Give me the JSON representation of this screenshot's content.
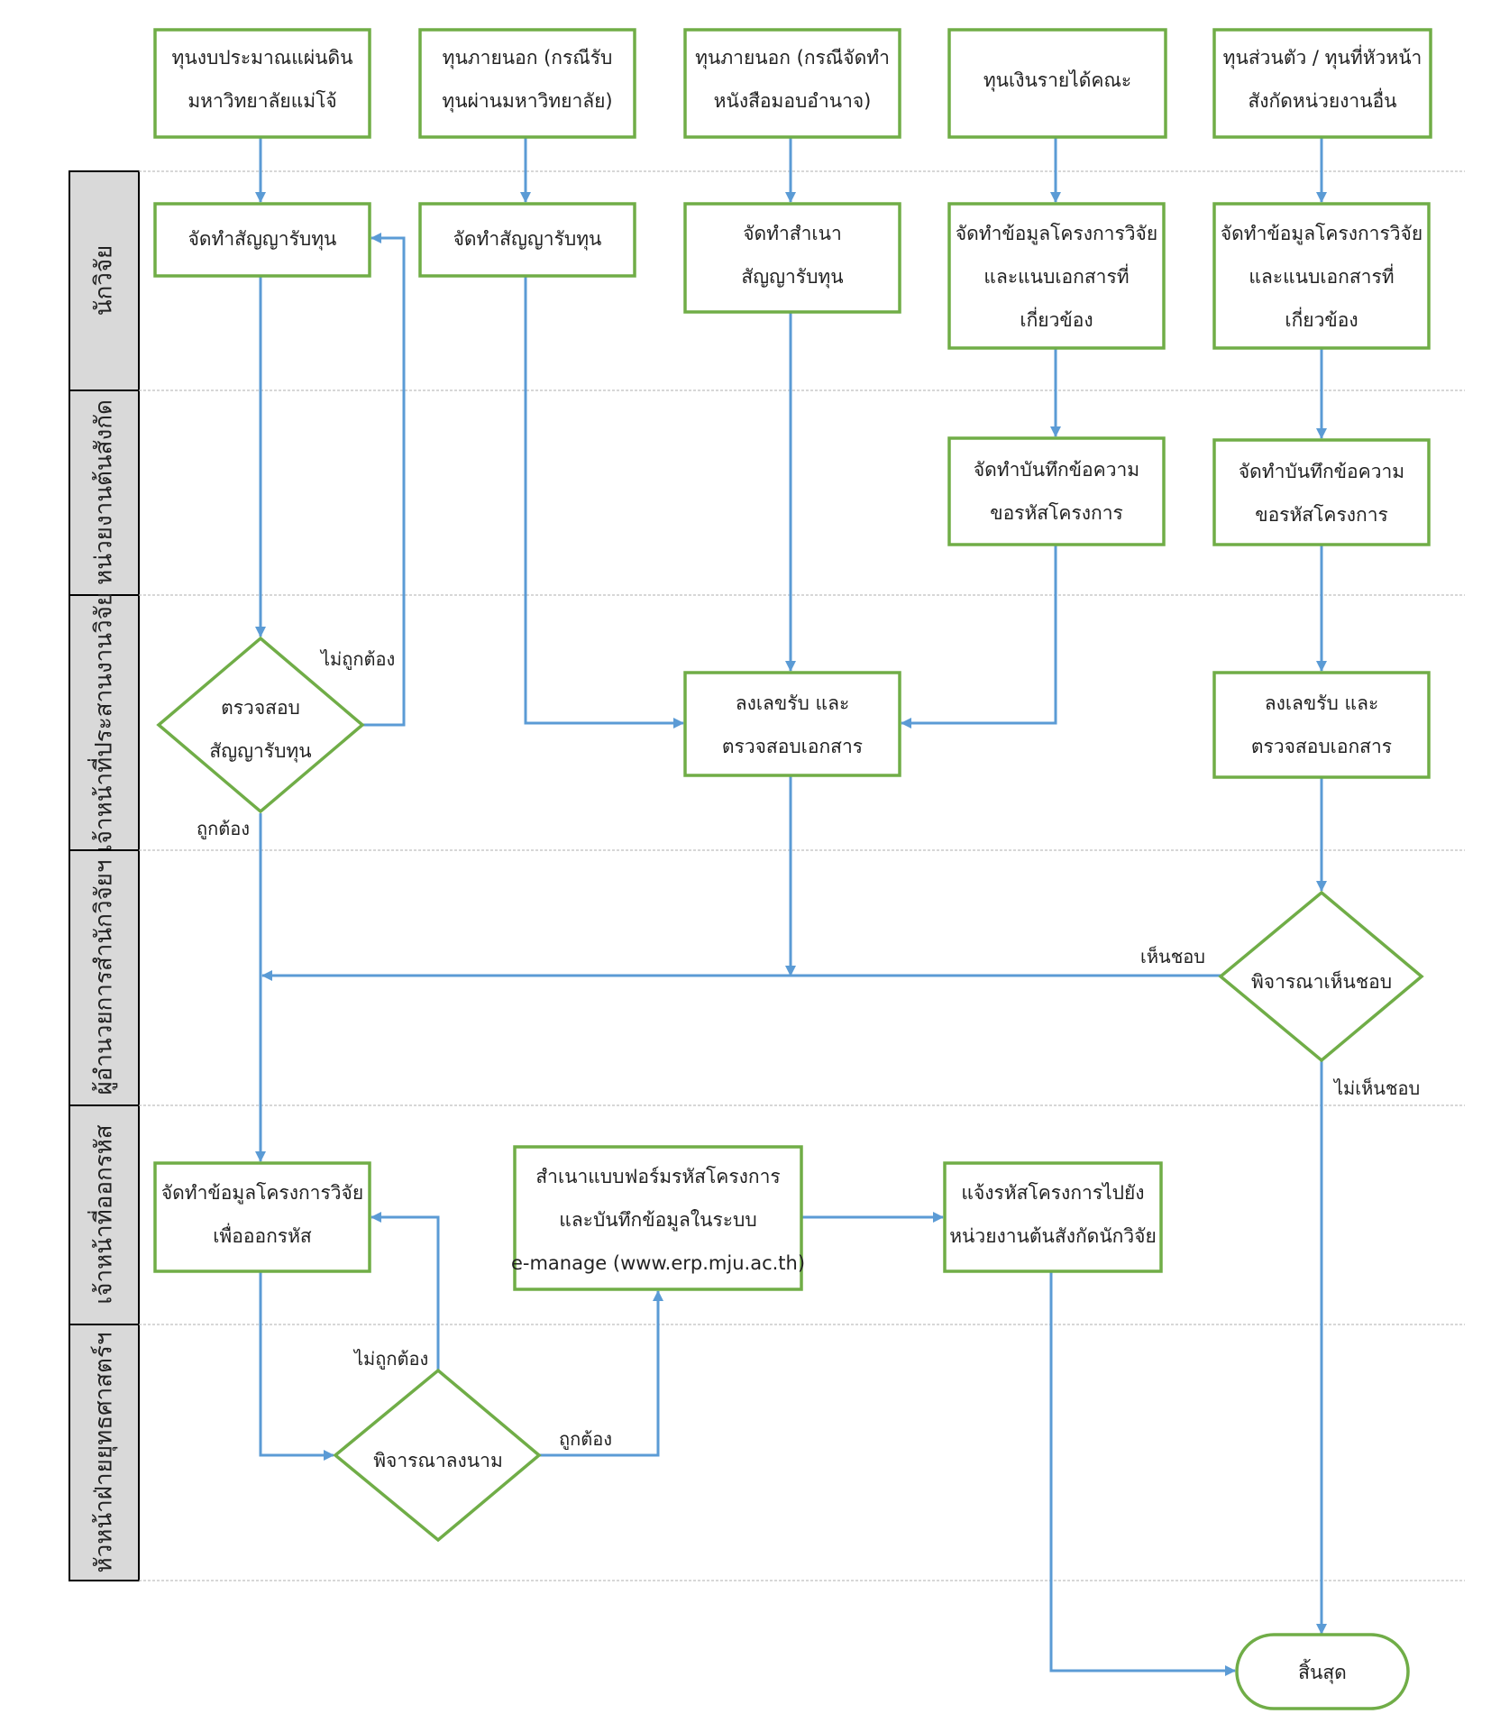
{
  "colors": {
    "node_border": "#70AD47",
    "arrow": "#5B9BD5",
    "lane_fill": "#D9D9D9",
    "lane_border": "#000000",
    "divider": "#BFBFBF"
  },
  "lanes": [
    "นักวิจัย",
    "หน่วยงานต้นสังกัด",
    "เจ้าหน้าที่ประสานงานวิจัย",
    "ผู้อำนวยการสำนักวิจัยฯ",
    "เจ้าหน้าที่ออกรหัส",
    "หัวหน้าฝ่ายยุทธศาสตร์ฯ"
  ],
  "nodes": {
    "src1": [
      "ทุนงบประมาณแผ่นดิน",
      "มหาวิทยาลัยแม่โจ้"
    ],
    "src2": [
      "ทุนภายนอก (กรณีรับ",
      "ทุนผ่านมหาวิทยาลัย)"
    ],
    "src3": [
      "ทุนภายนอก (กรณีจัดทำ",
      "หนังสือมอบอำนาจ)"
    ],
    "src4": [
      "ทุนเงินรายได้คณะ"
    ],
    "src5": [
      "ทุนส่วนตัว / ทุนที่หัวหน้า",
      "สังกัดหน่วยงานอื่น"
    ],
    "r1": [
      "จัดทำสัญญารับทุน"
    ],
    "r2": [
      "จัดทำสัญญารับทุน"
    ],
    "r3": [
      "จัดทำสำเนา",
      "สัญญารับทุน"
    ],
    "r4": [
      "จัดทำข้อมูลโครงการวิจัย",
      "และแนบเอกสารที่",
      "เกี่ยวข้อง"
    ],
    "r5": [
      "จัดทำข้อมูลโครงการวิจัย",
      "และแนบเอกสารที่",
      "เกี่ยวข้อง"
    ],
    "m4": [
      "จัดทำบันทึกข้อความ",
      "ขอรหัสโครงการ"
    ],
    "m5": [
      "จัดทำบันทึกข้อความ",
      "ขอรหัสโครงการ"
    ],
    "d1": [
      "ตรวจสอบ",
      "สัญญารับทุน"
    ],
    "c3": [
      "ลงเลขรับ และ",
      "ตรวจสอบเอกสาร"
    ],
    "c5": [
      "ลงเลขรับ และ",
      "ตรวจสอบเอกสาร"
    ],
    "d2": [
      "พิจารณาเห็นชอบ"
    ],
    "e1": [
      "จัดทำข้อมูลโครงการวิจัย",
      "เพื่อออกรหัส"
    ],
    "e2": [
      "สำเนาแบบฟอร์มรหัสโครงการ",
      "และบันทึกข้อมูลในระบบ",
      "e-manage (www.erp.mju.ac.th)"
    ],
    "e3": [
      "แจ้งรหัสโครงการไปยัง",
      "หน่วยงานต้นสังกัดนักวิจัย"
    ],
    "d3": [
      "พิจารณาลงนาม"
    ],
    "end": [
      "สิ้นสุด"
    ]
  },
  "labels": {
    "d1_wrong": "ไม่ถูกต้อง",
    "d1_right": "ถูกต้อง",
    "d2_yes": "เห็นชอบ",
    "d2_no": "ไม่เห็นชอบ",
    "d3_wrong": "ไม่ถูกต้อง",
    "d3_right": "ถูกต้อง"
  }
}
